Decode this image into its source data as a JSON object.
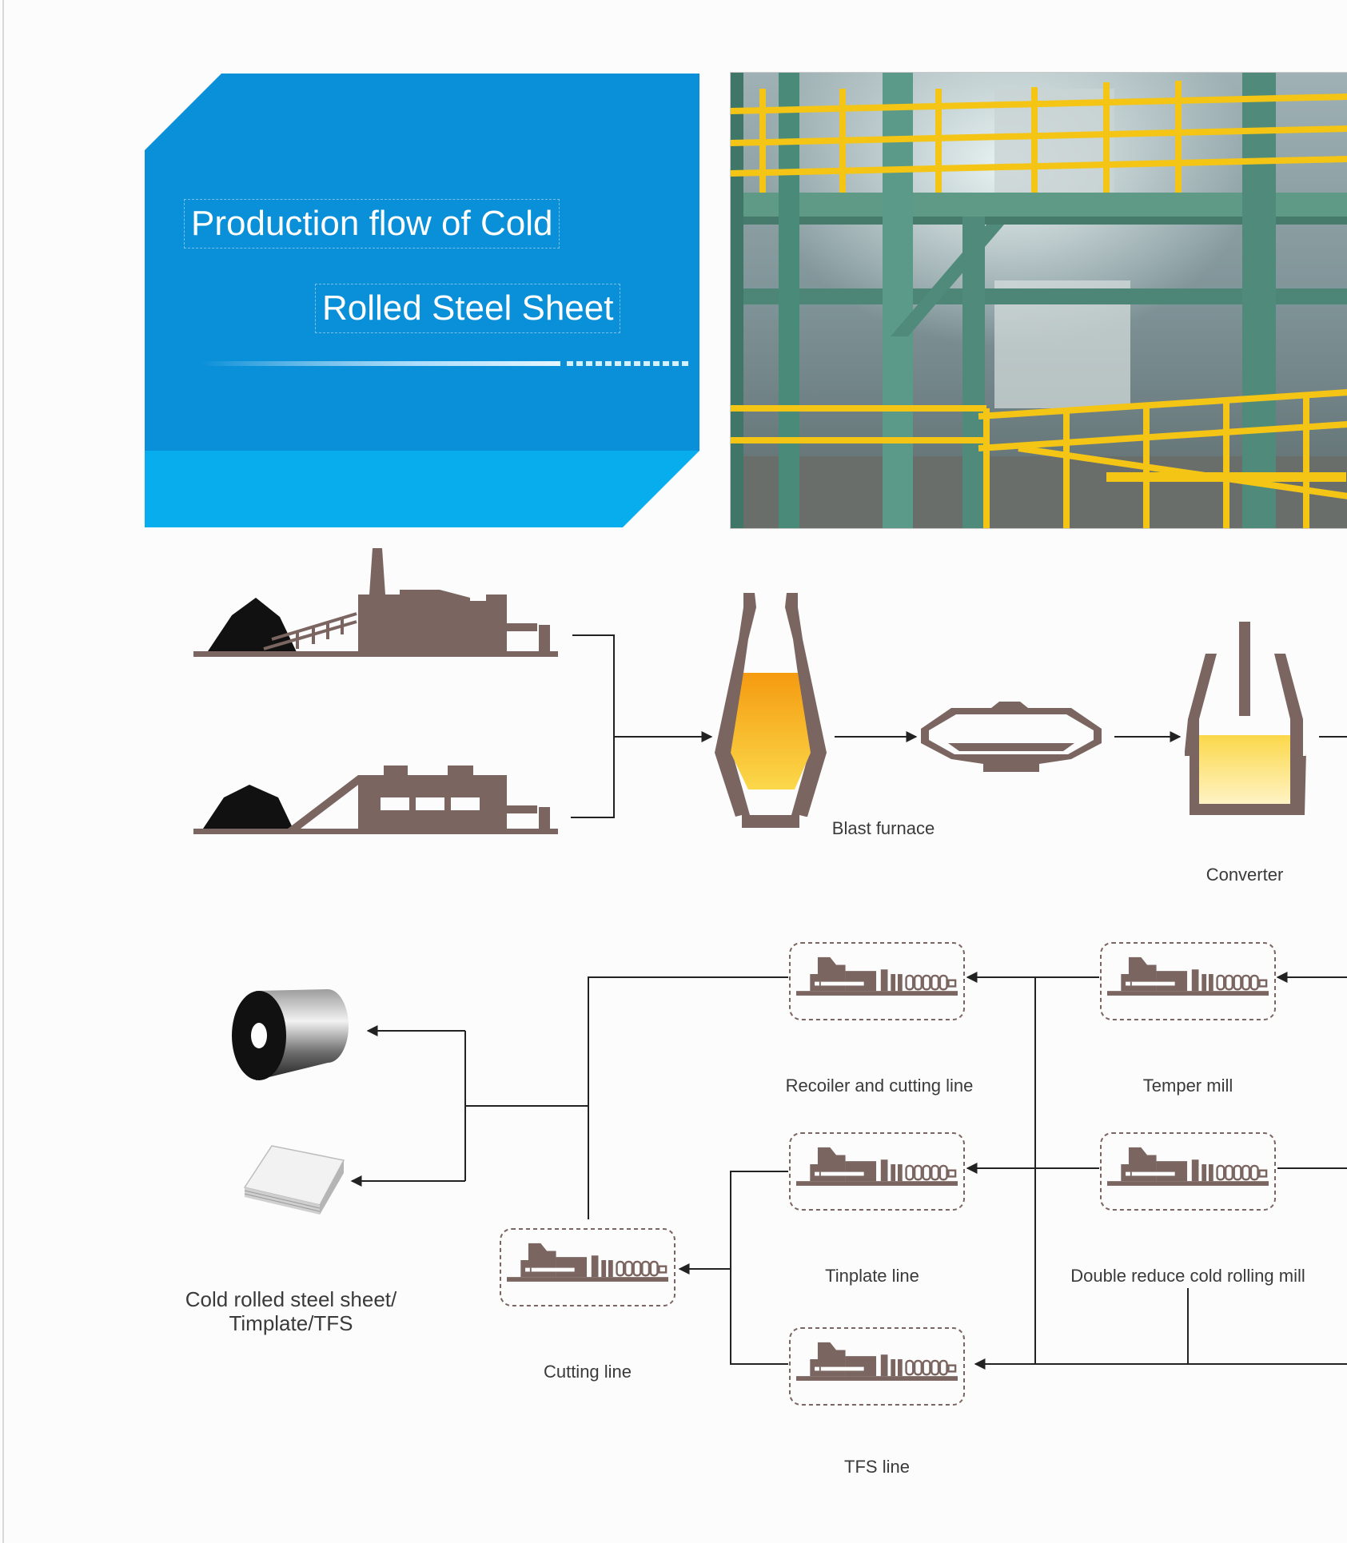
{
  "title": {
    "line1": "Production flow of Cold",
    "line2": "Rolled Steel Sheet"
  },
  "colors": {
    "panel_blue": "#0a8fd9",
    "panel_cyan": "#07adec",
    "machine_brown": "#7a6560",
    "molten_orange": "#f59b10",
    "molten_yellow": "#fbd84a",
    "railing_yellow": "#f4c514",
    "structure_green": "#4f8a7a"
  },
  "diagram": {
    "nodes": [
      {
        "id": "blast-furnace",
        "label": "Blast furnace",
        "icon": "blast-furnace-icon"
      },
      {
        "id": "converter",
        "label": "Converter",
        "icon": "converter-icon"
      },
      {
        "id": "recoiler",
        "label": "Recoiler and cutting line",
        "icon": "rolling-mill-icon"
      },
      {
        "id": "temper",
        "label": "Temper mill",
        "icon": "rolling-mill-icon"
      },
      {
        "id": "tinplate",
        "label": "Tinplate line",
        "icon": "rolling-mill-icon"
      },
      {
        "id": "double-reduce",
        "label": "Double reduce cold rolling mill",
        "icon": "rolling-mill-icon"
      },
      {
        "id": "cutting",
        "label": "Cutting line",
        "icon": "rolling-mill-icon"
      },
      {
        "id": "tfs",
        "label": "TFS line",
        "icon": "rolling-mill-icon"
      }
    ],
    "products": {
      "line1": "Cold rolled steel sheet/",
      "line2": "Timplate/TFS"
    }
  }
}
